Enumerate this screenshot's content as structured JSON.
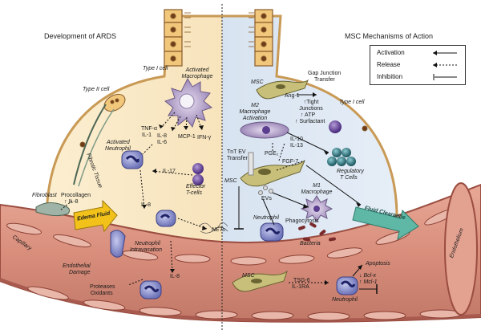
{
  "titles": {
    "left": "Development of ARDS",
    "right": "MSC Mechanisms of Action"
  },
  "legend": {
    "activation": "Activation",
    "release": "Release",
    "inhibition": "Inhibition"
  },
  "left_labels": {
    "type1_cell": "Type I cell",
    "type2_cell": "Type II cell",
    "activated_macrophage_1": "Activated",
    "activated_macrophage_2": "Macrophage",
    "tnf": "TNF-α",
    "il1": "IL-1",
    "il8_mac": "IL-8",
    "il6": "IL-6",
    "mcp1": "MCP-1",
    "ifn": "IFN-γ",
    "activated_neutrophil_1": "Activated",
    "activated_neutrophil_2": "Neutrophil",
    "il17": "IL-17",
    "effector_1": "Effector",
    "effector_2": "T-cells",
    "fibrotic_tissue": "Fibrotic Tissue",
    "il8_mid": "IL-8",
    "fibroblast": "Fibroblast",
    "procollagen": "Procollagen",
    "il8_fib": "↑ IL-8",
    "edema_fluid": "Edema Fluid",
    "capillary": "Capillary",
    "nets": "NETs",
    "neutrophil_intra_1": "Neutrophil",
    "neutrophil_intra_2": "Intravasation",
    "endo_damage_1": "Endothelial",
    "endo_damage_2": "Damage",
    "il8_low": "IL-8",
    "proteases": "Proteases",
    "oxidants": "Oxidants"
  },
  "right_labels": {
    "msc_top": "MSC",
    "gap_junction_1": "Gap Junction",
    "gap_junction_2": "Transfer",
    "ang1": "Ang-1",
    "tight_1": "↑Tight",
    "tight_2": "Junctions",
    "atp": "↑ ATP",
    "surfactant": "↑ Surfactant",
    "type1_cell": "Type I cell",
    "m2_1": "M2",
    "m2_2": "Macrophage",
    "m2_3": "Activation",
    "il10": "IL-10",
    "il13": "IL-13",
    "regulatory_1": "Regulatory",
    "regulatory_2": "T Cells",
    "tnt_1": "TnT EV",
    "tnt_2": "Transfer",
    "pge2": "PGE₂",
    "fgf7": "FGF-7",
    "msc_mid": "MSC",
    "evs": "EVs",
    "m1_1": "M1",
    "m1_2": "Macrophage",
    "neutrophil": "Neutrophil",
    "phagocytosis": "Phagocytosis",
    "bacteria": "Bacteria",
    "fluid_clearance": "Fluid Clearance",
    "apoptosis": "Apoptosis",
    "msc_low": "MSC",
    "tsg6": "TSG-6",
    "il1ra": "IL-1RA",
    "bclx": "↓ Bcl-x",
    "mcl1": "↑ Mcl-1",
    "neutrophil_low": "Neutrophil",
    "endothelium": "Endothelium"
  },
  "colors": {
    "alveolus_left": "#f6dfb3",
    "alveolus_right": "#cfdcec",
    "membrane": "#e9c58c",
    "capillary": "#d98e7c",
    "capillary_dark": "#a85a4e",
    "macrophage": "#b9a8cc",
    "neutrophil": "#6d74b8",
    "tcell": "#5b3e8f",
    "regulatory": "#2e6f78",
    "edema_arrow": "#f2c21b",
    "fluid_arrow": "#5fb8a6",
    "bacteria": "#7a2a2a"
  }
}
